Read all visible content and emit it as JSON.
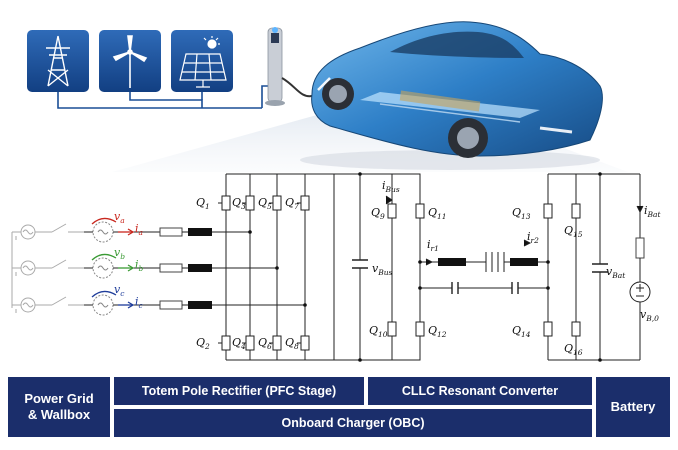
{
  "labels": {
    "switches": [
      {
        "id": "q1",
        "main": "Q",
        "sub": "1"
      },
      {
        "id": "q2",
        "main": "Q",
        "sub": "2"
      },
      {
        "id": "q3",
        "main": "Q",
        "sub": "3"
      },
      {
        "id": "q4",
        "main": "Q",
        "sub": "4"
      },
      {
        "id": "q5",
        "main": "Q",
        "sub": "5"
      },
      {
        "id": "q6",
        "main": "Q",
        "sub": "6"
      },
      {
        "id": "q7",
        "main": "Q",
        "sub": "7"
      },
      {
        "id": "q8",
        "main": "Q",
        "sub": "8"
      },
      {
        "id": "q9",
        "main": "Q",
        "sub": "9"
      },
      {
        "id": "q10",
        "main": "Q",
        "sub": "10"
      },
      {
        "id": "q11",
        "main": "Q",
        "sub": "11"
      },
      {
        "id": "q12",
        "main": "Q",
        "sub": "12"
      },
      {
        "id": "q13",
        "main": "Q",
        "sub": "13"
      },
      {
        "id": "q14",
        "main": "Q",
        "sub": "14"
      },
      {
        "id": "q15",
        "main": "Q",
        "sub": "15"
      },
      {
        "id": "q16",
        "main": "Q",
        "sub": "16"
      }
    ],
    "phase_voltages": [
      {
        "id": "va",
        "main": "v",
        "sub": "a",
        "color": "#c8271e"
      },
      {
        "id": "vb",
        "main": "v",
        "sub": "b",
        "color": "#3a9a34"
      },
      {
        "id": "vc",
        "main": "v",
        "sub": "c",
        "color": "#1e3c9a"
      }
    ],
    "phase_currents": [
      {
        "id": "ia",
        "main": "i",
        "sub": "a",
        "color": "#c8271e"
      },
      {
        "id": "ib",
        "main": "i",
        "sub": "b",
        "color": "#3a9a34"
      },
      {
        "id": "ic",
        "main": "i",
        "sub": "c",
        "color": "#1e3c9a"
      }
    ],
    "i_bus": {
      "main": "i",
      "sub": "Bus"
    },
    "v_bus": {
      "main": "v",
      "sub": "Bus"
    },
    "i_r1": {
      "main": "i",
      "sub": "r1"
    },
    "i_r2": {
      "main": "i",
      "sub": "r2"
    },
    "i_bat": {
      "main": "i",
      "sub": "Bat"
    },
    "v_bat": {
      "main": "v",
      "sub": "Bat"
    },
    "v_b0": {
      "main": "v",
      "sub": "B,0"
    }
  },
  "sections": {
    "power_grid": [
      "Power Grid",
      "& Wallbox"
    ],
    "pfc": "Totem Pole Rectifier (PFC Stage)",
    "cllc": "CLLC Resonant Converter",
    "battery": "Battery",
    "obc": "Onboard Charger (OBC)"
  },
  "colors": {
    "section_box": "#1b2e6b",
    "source_tile": "#1a4e96",
    "car_body": "#2e7fc7"
  }
}
